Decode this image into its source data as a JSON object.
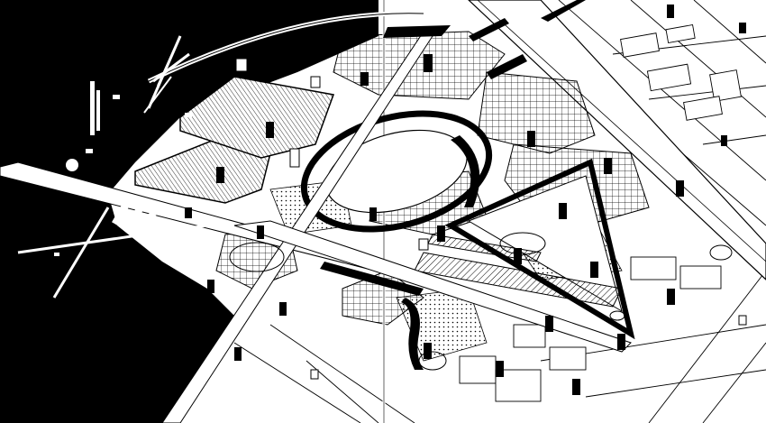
{
  "drawing": {
    "style": "black-and-white axonometric urban site plan",
    "ink_color": "#000000",
    "paper_color": "#ffffff",
    "icons": [
      "arc-path",
      "grid-plaza",
      "tower-marker",
      "triangle-wedge",
      "rooftop-terrace"
    ]
  }
}
